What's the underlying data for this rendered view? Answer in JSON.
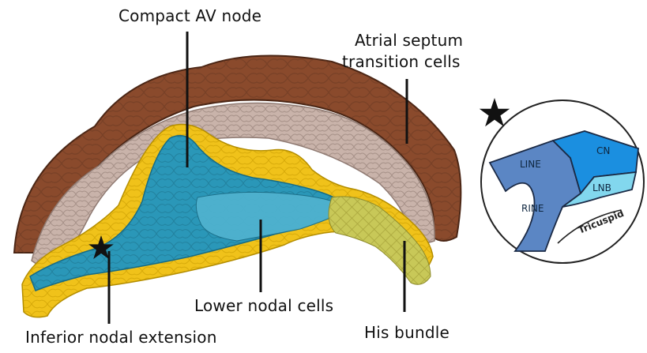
{
  "labels": {
    "compact_av_node": "Compact AV node",
    "atrial_septum_line1": "Atrial septum",
    "atrial_septum_line2": "transition cells",
    "lower_nodal_cells": "Lower nodal cells",
    "his_bundle": "His bundle",
    "inferior_nodal_extension": "Inferior nodal extension"
  },
  "inset": {
    "regions": [
      "LINE",
      "CN",
      "LNB",
      "RINE"
    ],
    "tricuspid": "Tricuspid"
  },
  "colors": {
    "atrial_myocardium": "#8a4a2c",
    "transition_cells": "#c9b3aa",
    "yellow_layer": "#f0c21a",
    "compact_node": "#2a97b8",
    "lower_nodal": "#4fb2cf",
    "his_bundle_mesh": "#c8c858",
    "inset_line_rine": "#5b86c4",
    "inset_cn": "#1b8fe0",
    "inset_lnb": "#82d7ee"
  },
  "icons": {
    "marker": "star-icon"
  }
}
